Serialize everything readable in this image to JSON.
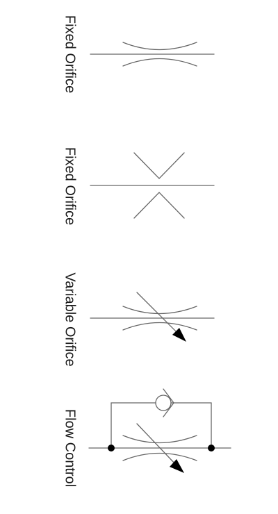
{
  "symbols": [
    {
      "id": "fixed-orifice-curved",
      "label": "Fixed Orifice"
    },
    {
      "id": "fixed-orifice-sharp",
      "label": "Fixed Orifice"
    },
    {
      "id": "variable-orifice",
      "label": "Variable Orifice"
    },
    {
      "id": "flow-control",
      "label": "Flow Control"
    }
  ],
  "colors": {
    "line": "#666666",
    "arrow": "#000000",
    "text": "#1a1a1a",
    "background": "#ffffff"
  }
}
